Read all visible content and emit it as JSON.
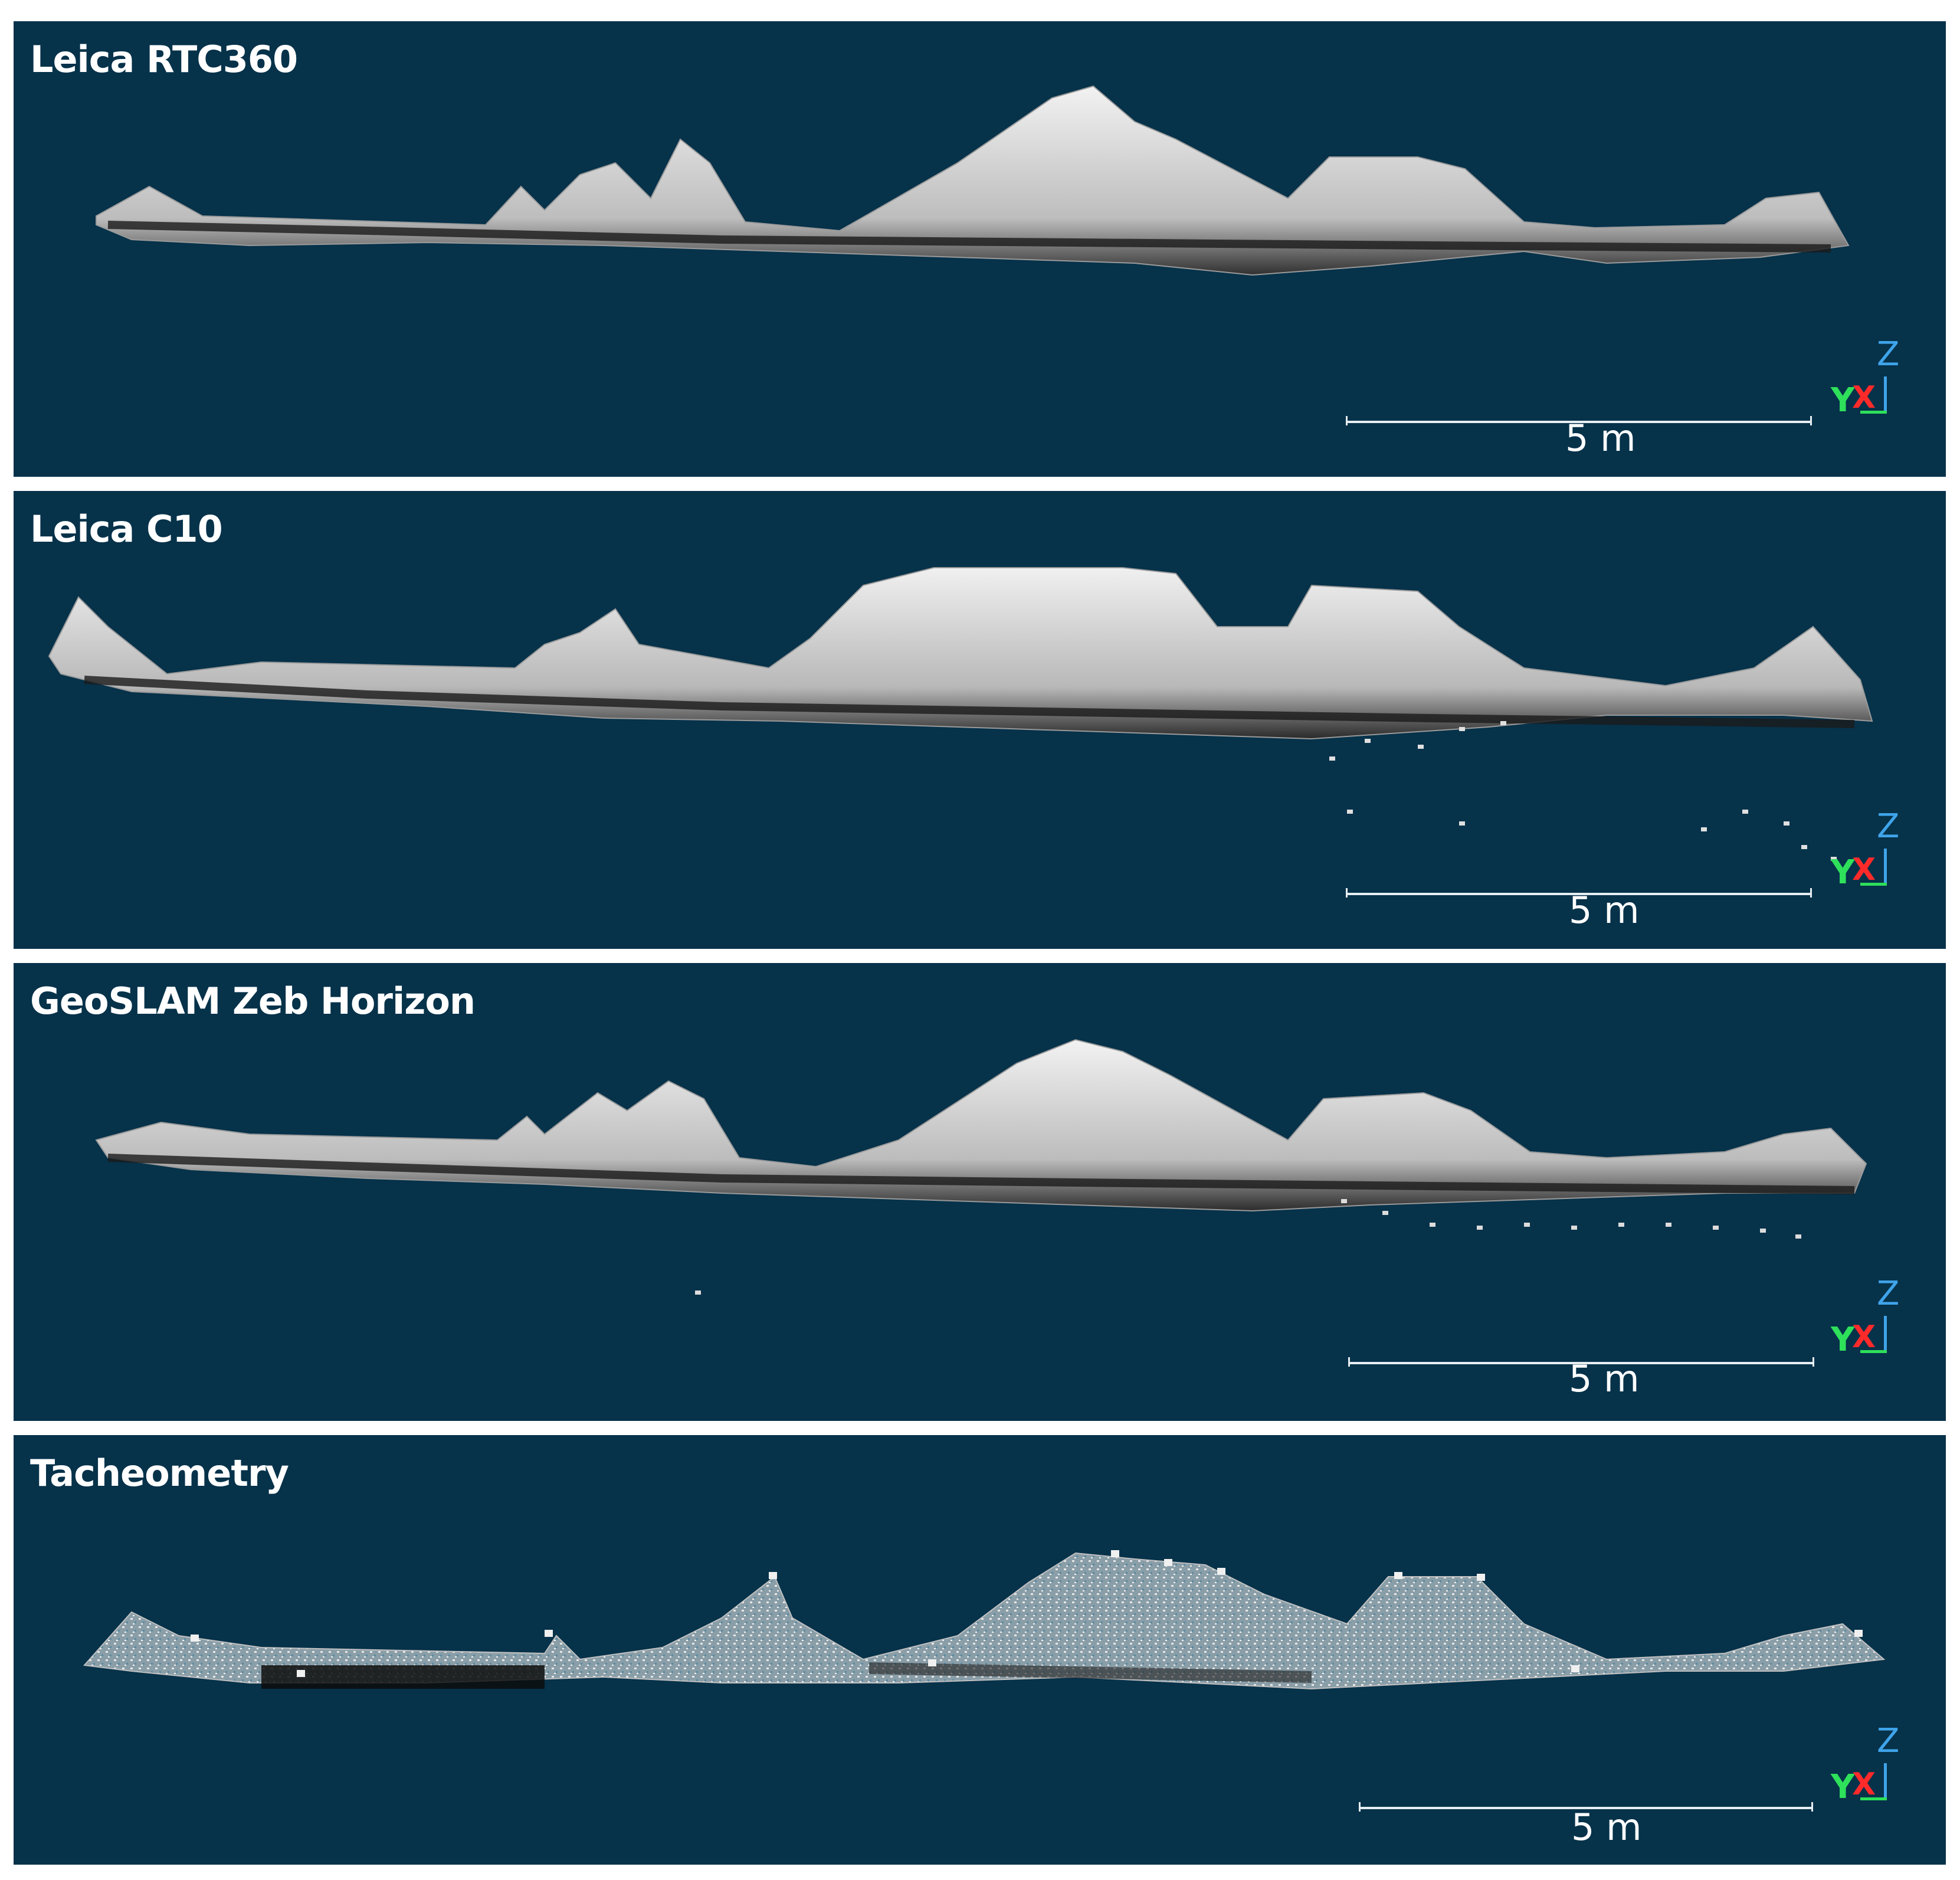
{
  "panels": [
    {
      "title": "Leica RTC360",
      "scale_label": "5 m",
      "axes": {
        "z": "Z",
        "y": "Y",
        "x": "X"
      }
    },
    {
      "title": "Leica C10",
      "scale_label": "5 m",
      "axes": {
        "z": "Z",
        "y": "Y",
        "x": "X"
      }
    },
    {
      "title": "GeoSLAM Zeb Horizon",
      "scale_label": "5 m",
      "axes": {
        "z": "Z",
        "y": "Y",
        "x": "X"
      }
    },
    {
      "title": "Tacheometry",
      "scale_label": "5 m",
      "axes": {
        "z": "Z",
        "y": "Y",
        "x": "X"
      }
    }
  ],
  "colors": {
    "background": "#06324a",
    "point_cloud": "#e8e8e8",
    "axis_z": "#3fa4ea",
    "axis_y": "#2ee05a",
    "axis_x": "#ff2a2a"
  }
}
